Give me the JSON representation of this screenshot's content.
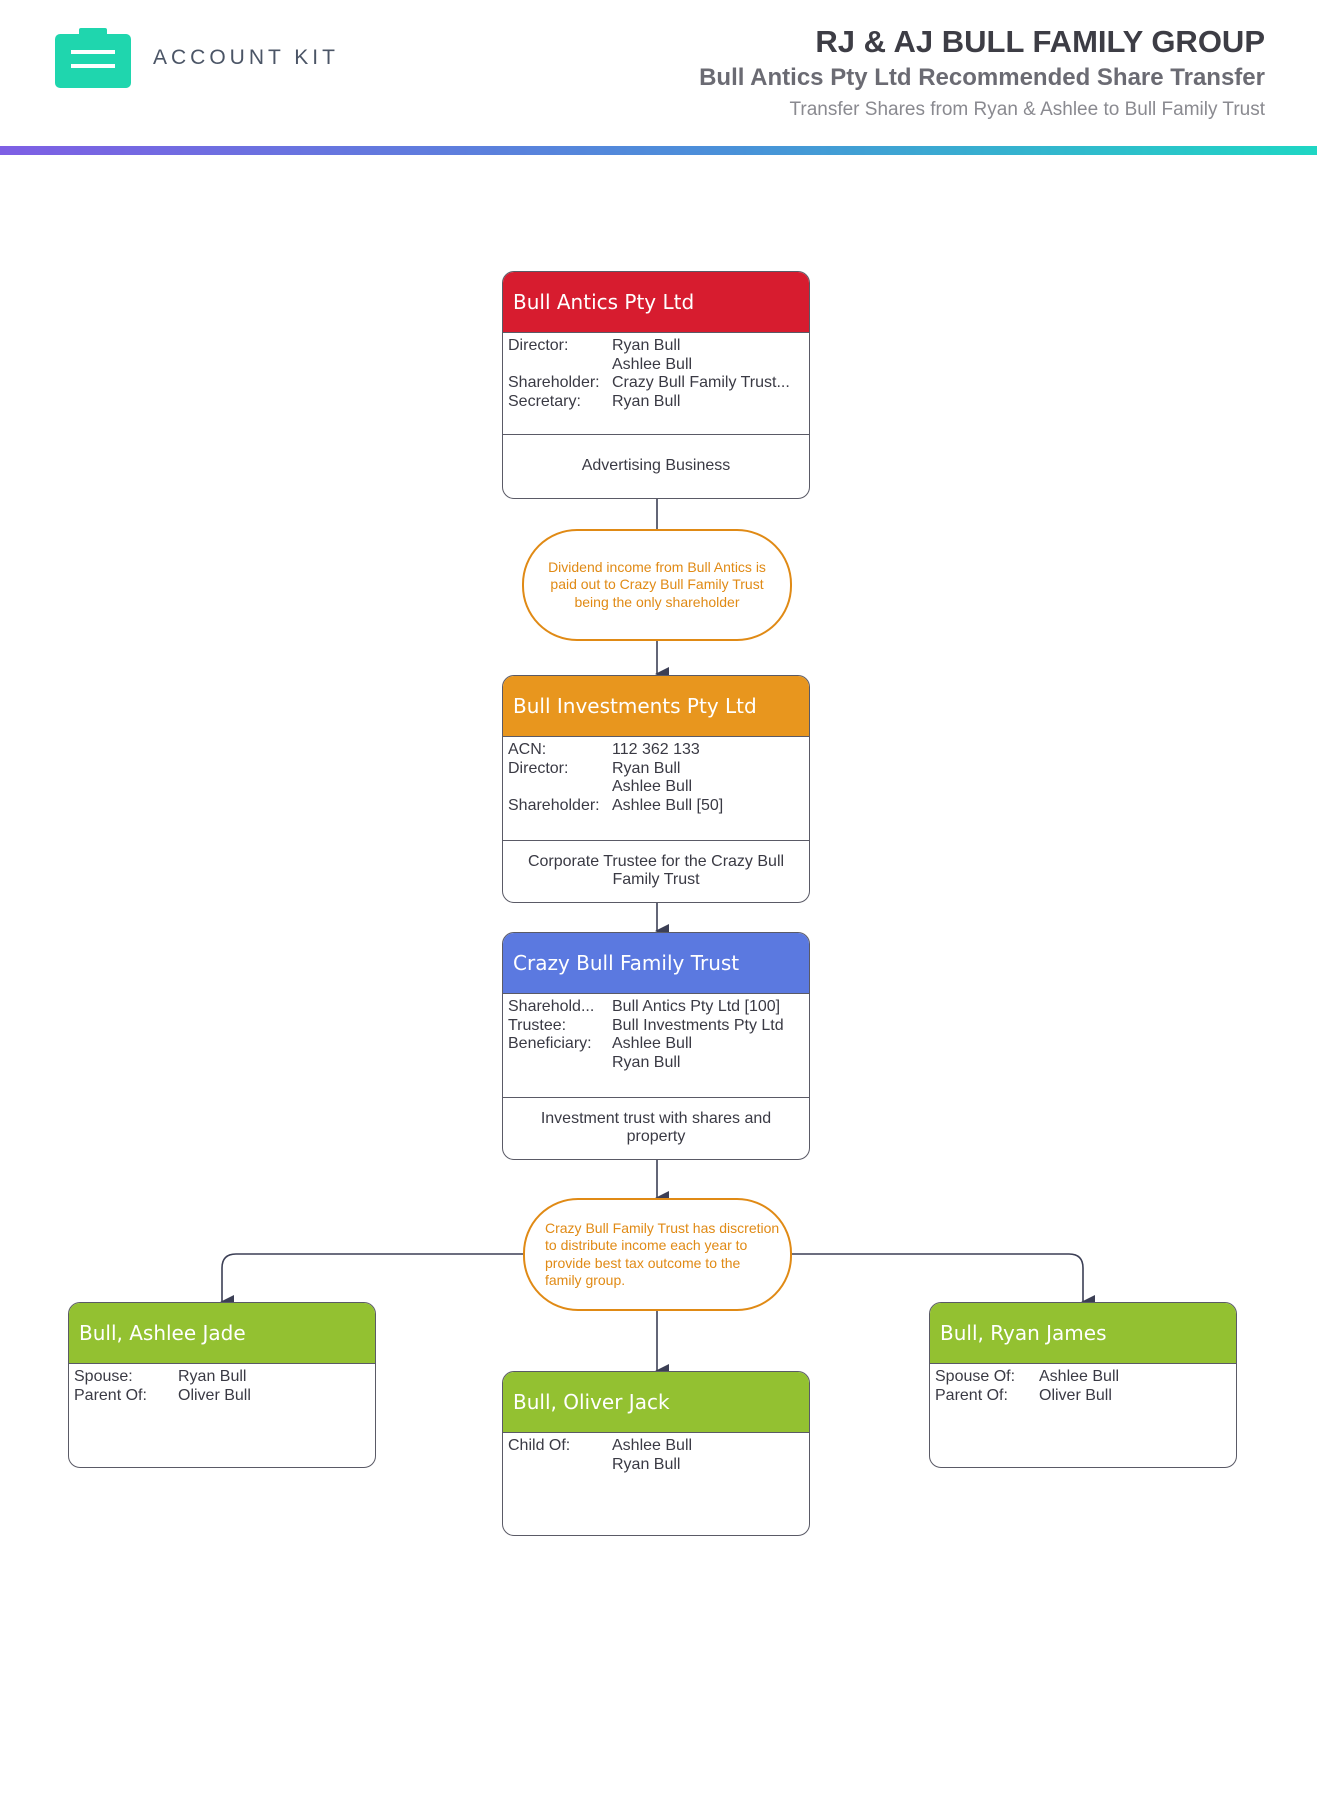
{
  "brand": {
    "name": "ACCOUNT KIT",
    "color": "#1fd6ae"
  },
  "header": {
    "title": "RJ & AJ BULL FAMILY GROUP",
    "subtitle": "Bull Antics Pty Ltd Recommended Share Transfer",
    "description": "Transfer Shares from Ryan & Ashlee to Bull Family Trust"
  },
  "nodes": {
    "bull_antics": {
      "title": "Bull Antics Pty Ltd",
      "color": "#d71c2f",
      "rows": [
        {
          "key": "Director:",
          "values": [
            "Ryan Bull",
            "Ashlee Bull"
          ]
        },
        {
          "key": "Shareholder:",
          "values": [
            "Crazy Bull Family Trust..."
          ]
        },
        {
          "key": "Secretary:",
          "values": [
            "Ryan Bull"
          ]
        }
      ],
      "footer": "Advertising Business"
    },
    "bull_investments": {
      "title": "Bull Investments Pty Ltd",
      "color": "#e8961e",
      "rows": [
        {
          "key": "ACN:",
          "values": [
            "112 362 133"
          ]
        },
        {
          "key": "Director:",
          "values": [
            "Ryan Bull",
            "Ashlee Bull"
          ]
        },
        {
          "key": "Shareholder:",
          "values": [
            "Ashlee Bull [50]"
          ]
        }
      ],
      "footer": "Corporate Trustee for the Crazy Bull Family Trust"
    },
    "crazy_bull_trust": {
      "title": "Crazy Bull Family Trust",
      "color": "#5b79e0",
      "rows": [
        {
          "key": "Sharehold...",
          "values": [
            "Bull Antics Pty Ltd [100]"
          ]
        },
        {
          "key": "Trustee:",
          "values": [
            "Bull Investments Pty Ltd"
          ]
        },
        {
          "key": "Beneficiary:",
          "values": [
            "Ashlee Bull",
            "Ryan Bull"
          ]
        }
      ],
      "footer": "Investment trust with shares and property"
    },
    "ashlee": {
      "title": "Bull, Ashlee Jade",
      "color": "#93c131",
      "rows": [
        {
          "key": "Spouse:",
          "values": [
            "Ryan Bull"
          ]
        },
        {
          "key": "Parent Of:",
          "values": [
            "Oliver Bull"
          ]
        }
      ]
    },
    "oliver": {
      "title": "Bull, Oliver Jack",
      "color": "#93c131",
      "rows": [
        {
          "key": "Child Of:",
          "values": [
            "Ashlee Bull",
            "Ryan Bull"
          ]
        }
      ]
    },
    "ryan": {
      "title": "Bull, Ryan James",
      "color": "#93c131",
      "rows": [
        {
          "key": "Spouse Of:",
          "values": [
            "Ashlee Bull"
          ]
        },
        {
          "key": "Parent Of:",
          "values": [
            "Oliver Bull"
          ]
        }
      ]
    }
  },
  "notes": {
    "dividend": "Dividend income from Bull Antics is paid out to Crazy Bull Family Trust being the only shareholder",
    "discretion": "Crazy Bull Family Trust has discretion to distribute income each year to provide best tax outcome to the family group.",
    "color": "#e08a15"
  }
}
